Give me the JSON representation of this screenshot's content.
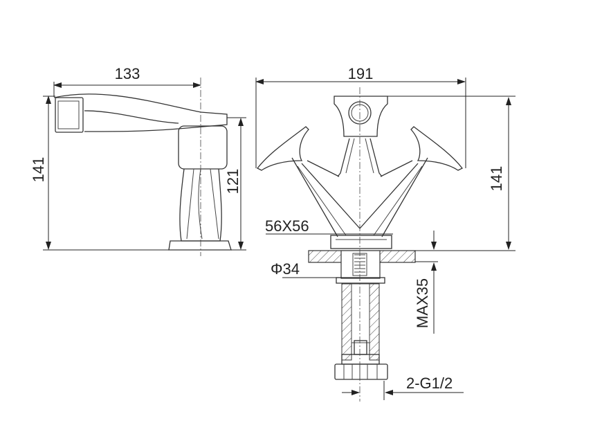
{
  "side_view": {
    "width_label": "133",
    "height_label": "141",
    "spout_height_label": "121"
  },
  "front_view": {
    "width_label": "191",
    "height_label": "141",
    "base_label": "56X56",
    "hole_label": "Φ34",
    "deck_label": "MAX35",
    "connection_label": "2-G1/2"
  }
}
